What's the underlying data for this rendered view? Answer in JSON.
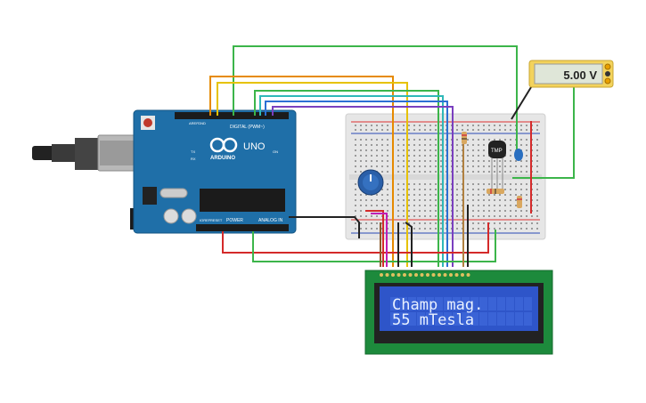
{
  "multimeter": {
    "reading": "5.00 V"
  },
  "arduino": {
    "logo_label": "ARDUINO",
    "model_label": "UNO",
    "digital_header_label": "DIGITAL (PWM~)",
    "power_header_label": "POWER",
    "analog_header_label": "ANALOG IN",
    "aref_label": "AREF",
    "gnd_label": "GND",
    "tx_label": "TX",
    "rx_label": "RX",
    "on_label": "ON",
    "reset_label": "RESET",
    "ioref_label": "IOREF"
  },
  "sensor": {
    "label": "TMP"
  },
  "lcd": {
    "line1": "Champ mag.",
    "line2": "55 mTesla"
  },
  "colors": {
    "board": "#1f6fa8",
    "breadboard": "#e8e8e8",
    "lcd_bg": "#2e55c9",
    "lcd_pcb": "#1d8a3c",
    "multimeter_body": "#f3d35c"
  }
}
